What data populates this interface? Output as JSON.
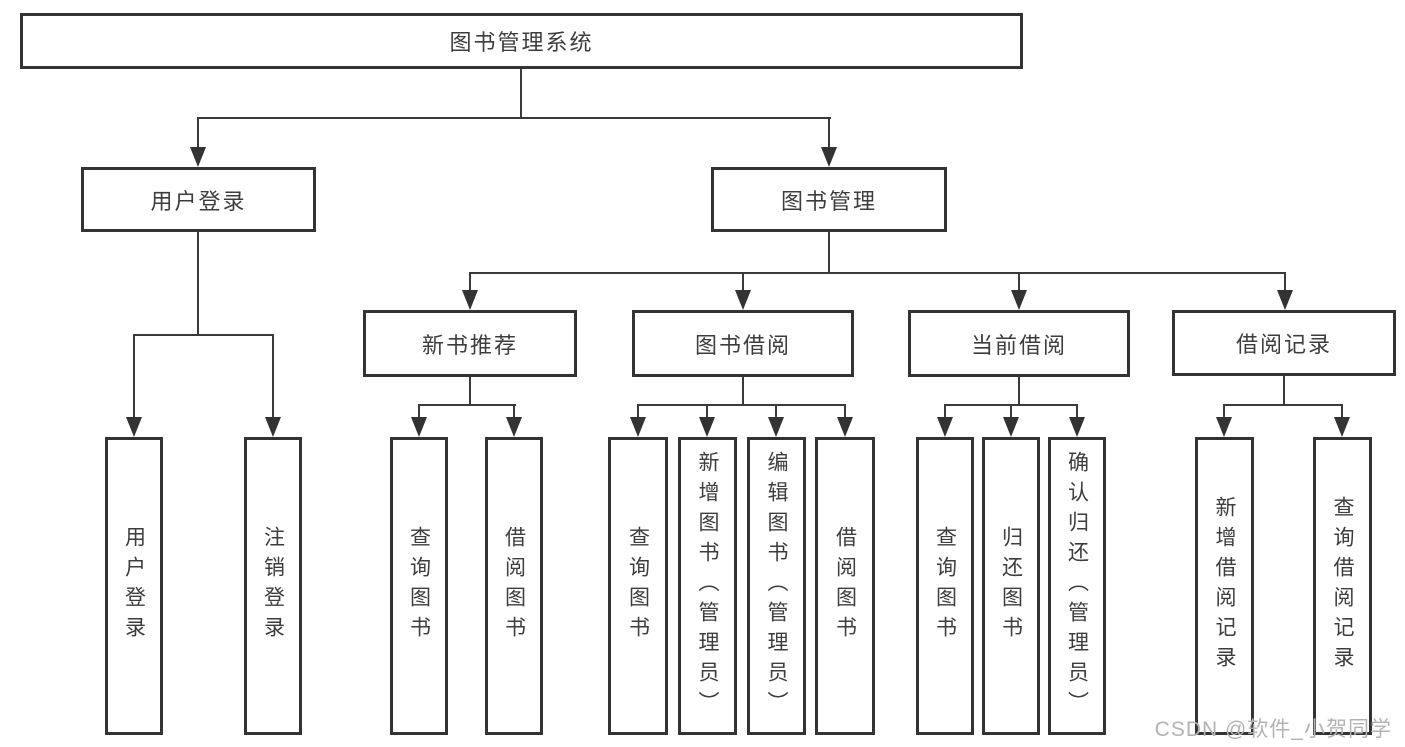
{
  "diagram": {
    "title": "图书管理系统",
    "type": "hierarchy-structure-diagram",
    "colors": {
      "line": "#333333",
      "box_border": "#333333",
      "text": "#3d3d3d",
      "background": "#ffffff",
      "watermark": "#b3b3b3"
    },
    "nodes": {
      "root": "图书管理系统",
      "user_login": "用户登录",
      "book_mgmt": "图书管理",
      "new_book_rec": "新书推荐",
      "book_borrow": "图书借阅",
      "current_borrow": "当前借阅",
      "borrow_records": "借阅记录",
      "leaf_user_login": "用户登录",
      "leaf_logout": "注销登录",
      "leaf_query_book_1": "查询图书",
      "leaf_borrow_book_1": "借阅图书",
      "leaf_query_book_2": "查询图书",
      "leaf_add_book": "新增图书（管理员）",
      "leaf_edit_book": "编辑图书（管理员）",
      "leaf_borrow_book_2": "借阅图书",
      "leaf_query_book_3": "查询图书",
      "leaf_return_book": "归还图书",
      "leaf_confirm_return": "确认归还（管理员）",
      "leaf_add_record": "新增借阅记录",
      "leaf_query_record": "查询借阅记录"
    },
    "edges": [
      "root->user_login",
      "root->book_mgmt",
      "user_login->leaf_user_login",
      "user_login->leaf_logout",
      "book_mgmt->new_book_rec",
      "book_mgmt->book_borrow",
      "book_mgmt->current_borrow",
      "book_mgmt->borrow_records",
      "new_book_rec->leaf_query_book_1",
      "new_book_rec->leaf_borrow_book_1",
      "book_borrow->leaf_query_book_2",
      "book_borrow->leaf_add_book",
      "book_borrow->leaf_edit_book",
      "book_borrow->leaf_borrow_book_2",
      "current_borrow->leaf_query_book_3",
      "current_borrow->leaf_return_book",
      "current_borrow->leaf_confirm_return",
      "borrow_records->leaf_add_record",
      "borrow_records->leaf_query_record"
    ],
    "watermark": "CSDN @软件_小贺同学"
  }
}
